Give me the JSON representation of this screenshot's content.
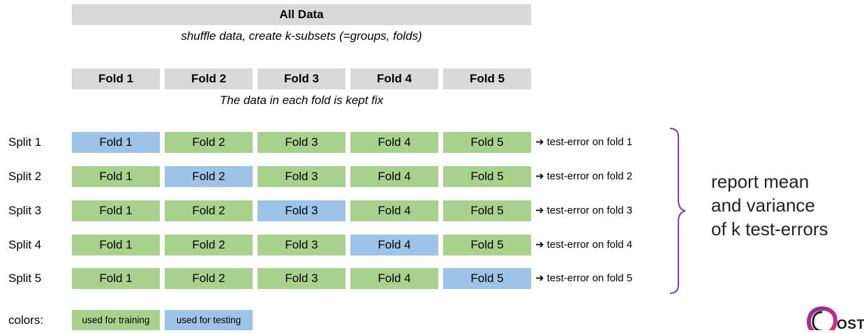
{
  "header": {
    "all_data": "All Data",
    "shuffle_text": "shuffle data, create k-subsets (=groups, folds)",
    "fixed_text": "The data in each fold is kept fix"
  },
  "folds": [
    "Fold 1",
    "Fold 2",
    "Fold 3",
    "Fold 4",
    "Fold 5"
  ],
  "splits": [
    {
      "label": "Split 1",
      "test_fold": 1,
      "result": "test-error on fold 1"
    },
    {
      "label": "Split 2",
      "test_fold": 2,
      "result": "test-error on fold 2"
    },
    {
      "label": "Split 3",
      "test_fold": 3,
      "result": "test-error on fold 3"
    },
    {
      "label": "Split 4",
      "test_fold": 4,
      "result": "test-error on fold 4"
    },
    {
      "label": "Split 5",
      "test_fold": 5,
      "result": "test-error on fold 5"
    }
  ],
  "arrow": "➜",
  "report": {
    "line1": "report mean",
    "line2": "and variance",
    "line3": "of k test-errors"
  },
  "legend": {
    "label": "colors:",
    "training": "used for training",
    "testing": "used for testing"
  },
  "logo": {
    "text": "OST"
  },
  "colors": {
    "training": "#a9d18e",
    "testing": "#9dc3e6",
    "header_gray": "#d9d9d9",
    "brace": "#7f3f98"
  }
}
